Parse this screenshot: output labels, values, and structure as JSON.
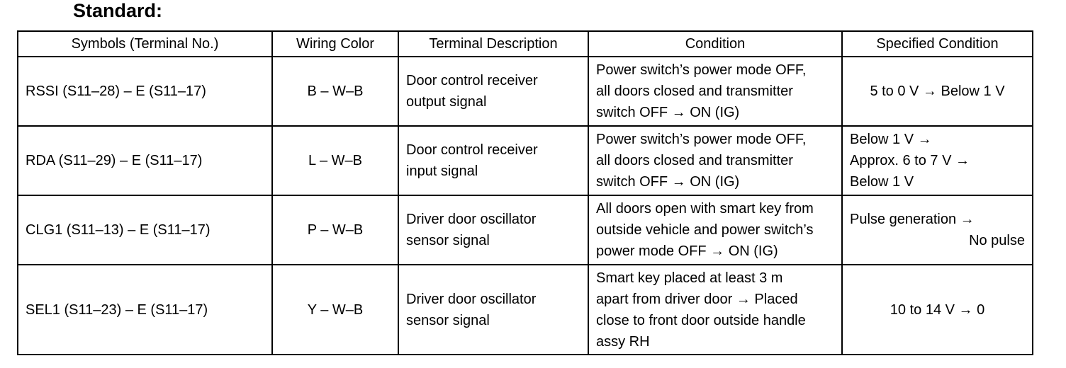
{
  "heading": "Standard:",
  "table": {
    "headers": [
      "Symbols (Terminal No.)",
      "Wiring Color",
      "Terminal Description",
      "Condition",
      "Specified Condition"
    ],
    "rows": [
      {
        "symbol": "RSSI (S11–28) – E (S11–17)",
        "wiring": "B – W–B",
        "description": [
          "Door control receiver",
          "output signal"
        ],
        "condition": [
          "Power switch’s power mode OFF,",
          "all doors closed and transmitter",
          "switch OFF → ON (IG)"
        ],
        "specified": [
          "5 to 0 V → Below 1 V"
        ],
        "specified_align": "center"
      },
      {
        "symbol": "RDA (S11–29) – E (S11–17)",
        "wiring": "L – W–B",
        "description": [
          "Door control receiver",
          "input signal"
        ],
        "condition": [
          "Power switch’s power mode OFF,",
          "all doors closed and transmitter",
          "switch OFF → ON (IG)"
        ],
        "specified": [
          "Below 1 V →",
          "Approx. 6 to 7 V →",
          "Below 1 V"
        ],
        "specified_align": "left"
      },
      {
        "symbol": "CLG1 (S11–13) – E (S11–17)",
        "wiring": "P – W–B",
        "description": [
          "Driver door oscillator",
          "sensor signal"
        ],
        "condition": [
          "All doors open with smart key from",
          "outside vehicle and power switch’s",
          "power mode OFF → ON (IG)"
        ],
        "specified": [
          "Pulse generation →",
          "No pulse"
        ],
        "specified_align": "left-right"
      },
      {
        "symbol": "SEL1 (S11–23) – E (S11–17)",
        "wiring": "Y – W–B",
        "description": [
          "Driver door oscillator",
          "sensor signal"
        ],
        "condition": [
          "Smart key placed at least 3 m",
          "apart from driver door → Placed",
          "close to front door outside handle",
          "assy RH"
        ],
        "specified": [
          "10 to 14 V → 0"
        ],
        "specified_align": "center"
      }
    ]
  }
}
